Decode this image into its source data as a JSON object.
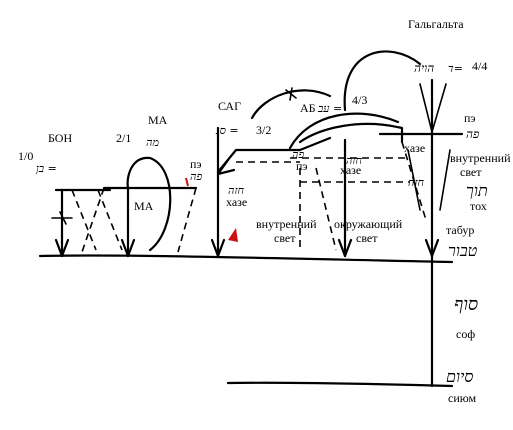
{
  "labels": {
    "galgalta": "Гальгальта",
    "ab": "АБ",
    "sag": "САГ",
    "ma_top": "МА",
    "ma_inner": "МА",
    "bon": "БОН"
  },
  "fractions": {
    "bon": "1/0",
    "ma": "2/1",
    "sag": "3/2",
    "ab": "4/3",
    "galgalta": "4/4"
  },
  "formulas": {
    "galgalta_left": "הויה",
    "galgalta_eq": "ד=",
    "ab_eq": "עב =",
    "sag_eq": "סג =",
    "ma_eq": "מה",
    "bon_eq": "בן ="
  },
  "sfirot": {
    "pe_ru": "пэ",
    "pe_he": "פה",
    "khaze_ru": "хазе",
    "khaze_he": "חזה",
    "tokh_ru": "тох",
    "tokh_he": "תוך",
    "tabur_ru": "табур",
    "tabur_he": "טבור",
    "sof_ru": "соф",
    "sof_he": "סוף",
    "sium_ru": "сиюм",
    "sium_he": "סיום"
  },
  "light": {
    "inner_1": "внутренний",
    "inner_2": "свет",
    "inner_right_1": "внутренний",
    "inner_right_2": "свет",
    "surround_1": "окружающий",
    "surround_2": "свет"
  },
  "colors": {
    "ink": "#000000",
    "red_mark": "#cc1111"
  }
}
